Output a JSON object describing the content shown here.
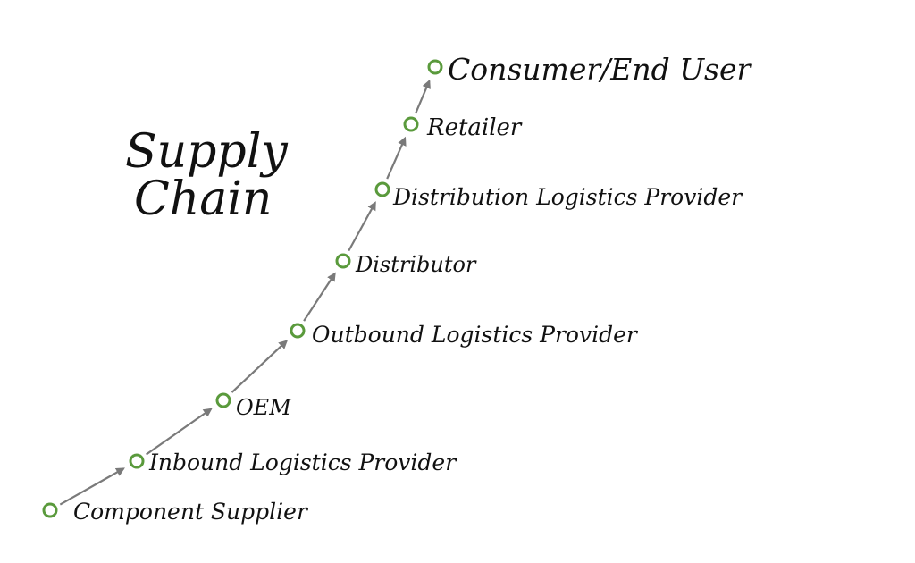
{
  "title": {
    "line1": "Supply",
    "line2": "Chain"
  },
  "colors": {
    "node": "#5a9a3c",
    "arrow": "#7a7a7a",
    "text": "#111111",
    "background": "#ffffff"
  },
  "steps": [
    {
      "label": "Component Supplier"
    },
    {
      "label": "Inbound Logistics Provider"
    },
    {
      "label": "OEM"
    },
    {
      "label": "Outbound Logistics Provider"
    },
    {
      "label": "Distributor"
    },
    {
      "label": "Distribution Logistics Provider"
    },
    {
      "label": "Retailer"
    },
    {
      "label": "Consumer/End User"
    }
  ]
}
